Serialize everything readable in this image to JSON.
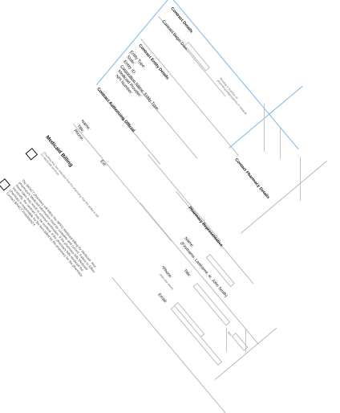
{
  "contract": {
    "section_title": "Contract Details",
    "begin_date_label": "Contract Begin Date:"
  },
  "entity": {
    "section_title": "Contract Entity Details",
    "type_label": "Entity Type:",
    "state_label": "State:",
    "id_label": "Entity ID:",
    "corp_label": "Corporation Name: Entity Type:",
    "medicaid_label": "Medicaid Provider:",
    "npi_label": "NPI Number:"
  },
  "note_side": "Routing # Number of pharmacy/organizations in network",
  "official": {
    "section_title": "Contract Authorizing Official",
    "name_label": "Name:",
    "title_label": "Title:",
    "phone_label": "Phone:",
    "ext_label": "Ext:"
  },
  "medicaid_billing": {
    "label": "Medicaid Billing",
    "note": "Checking this box indicates that the pharmacy has the ability to bill for Medicaid services"
  },
  "disclaimer": "The BRACT pharmacy will follow the NPPG Medicaid billing for Medicaid. Your pharmacy's Medicaid information must be complete and current. Failure to follow these rules may result in contract termination. If the pharmacy bills Medicaid incorrectly, the contract may be revoked. If the pharmacy bills Medicaid the pharmacy is responsible for the fees billed by the pharmacy for the pharmacy. Contact BRACT PHARMACY.",
  "contact_pharmacy": {
    "section_title": "Contact Pharmacy Details"
  },
  "pharmacy_rep": {
    "section_title": "Pharmacy Representative",
    "name_label": "Name:",
    "name_hint": "(Firstname, Lastname, ie, John Smith)",
    "title_label": "Title:",
    "phone_label": "*Phone:",
    "phone_hint": "(###-###-####)",
    "email_label": "Email:",
    "ext_label": "Ext:"
  }
}
